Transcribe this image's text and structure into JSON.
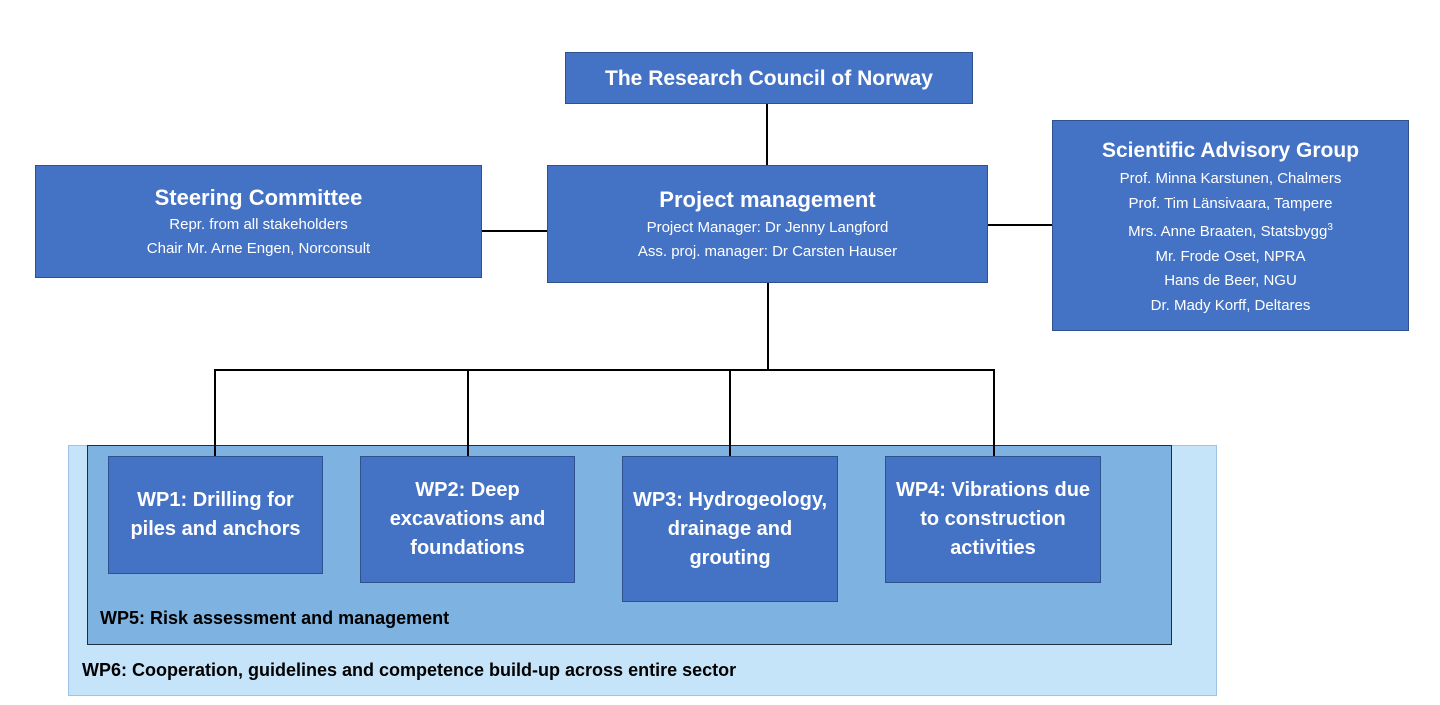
{
  "research_council": {
    "title": "The Research Council of Norway"
  },
  "steering_committee": {
    "title": "Steering Committee",
    "lines": [
      "Repr. from all stakeholders",
      "Chair Mr. Arne Engen, Norconsult"
    ]
  },
  "project_management": {
    "title": "Project management",
    "lines": [
      "Project Manager: Dr Jenny Langford",
      "Ass. proj. manager: Dr Carsten Hauser"
    ]
  },
  "scientific_advisory_group": {
    "title": "Scientific Advisory Group",
    "members": [
      "Prof. Minna Karstunen, Chalmers",
      "Prof. Tim Länsivaara, Tampere",
      "Mrs. Anne Braaten, Statsbygg",
      "Mr. Frode Oset, NPRA",
      "Hans de Beer, NGU",
      "Dr. Mady Korff, Deltares"
    ],
    "superscript": "3"
  },
  "work_packages": [
    {
      "label": "WP1: Drilling for piles and anchors"
    },
    {
      "label": "WP2: Deep excavations and foundations"
    },
    {
      "label": "WP3: Hydrogeology, drainage and grouting"
    },
    {
      "label": "WP4: Vibrations due to construction activities"
    }
  ],
  "wp5": {
    "label": "WP5: Risk assessment and management"
  },
  "wp6": {
    "label": "WP6: Cooperation, guidelines and competence build-up across entire sector"
  },
  "colors": {
    "box_fill": "#4472c4",
    "box_border": "#2f528f",
    "wp5_fill": "#7eb2e1",
    "wp6_fill": "#c5e3f9",
    "connector": "#000000"
  }
}
